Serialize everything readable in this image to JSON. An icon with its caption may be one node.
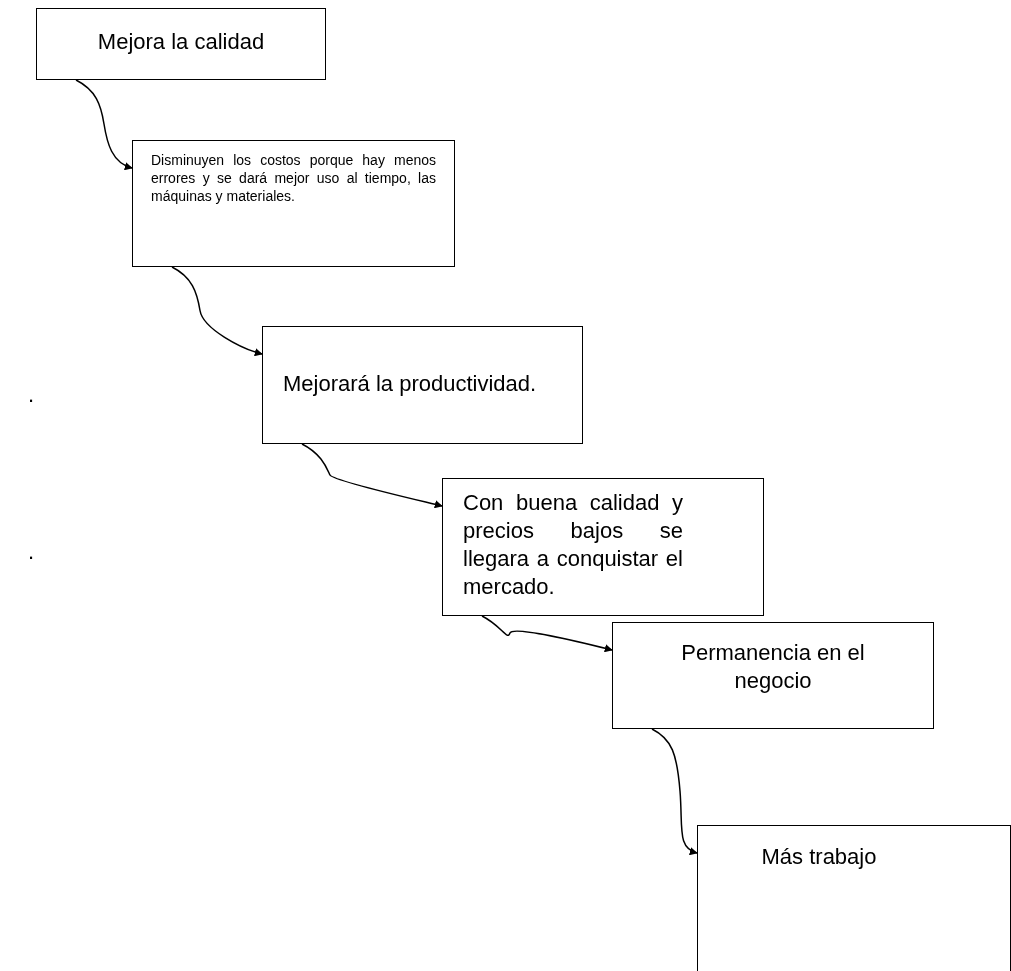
{
  "diagram": {
    "nodes": [
      {
        "text": [
          "Mejora la calidad"
        ]
      },
      {
        "text": [
          "Disminuyen los costos porque hay menos errores y se dará mejor uso al tiempo, las máquinas y materiales."
        ]
      },
      {
        "text": [
          "Mejorará la productividad."
        ]
      },
      {
        "text": [
          "Con buena calidad y precios bajos se llegara a conquistar el mercado."
        ]
      },
      {
        "text": [
          "Permanencia en el negocio"
        ]
      },
      {
        "text": [
          "Más trabajo"
        ]
      }
    ],
    "edges": [
      {
        "from": 0,
        "to": 1,
        "arrow": "to"
      },
      {
        "from": 1,
        "to": 2,
        "arrow": "to"
      },
      {
        "from": 2,
        "to": 3,
        "arrow": "to"
      },
      {
        "from": 3,
        "to": 4,
        "arrow": "to"
      },
      {
        "from": 4,
        "to": 5,
        "arrow": "to"
      }
    ],
    "labels": [
      ".",
      "."
    ]
  }
}
